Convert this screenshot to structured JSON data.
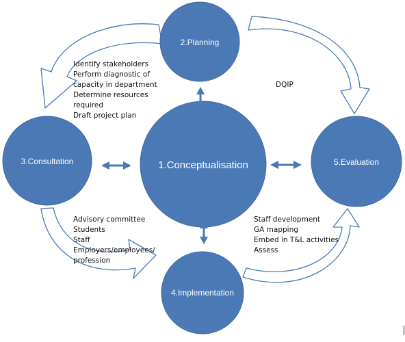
{
  "colors": {
    "circle_fill": "#4a79b5",
    "circle_stroke": "#3e6aa3",
    "arrow_fill": "#ffffff",
    "arrow_stroke": "#4a79b5",
    "connector_fill": "#4a79b5",
    "label_text": "#ffffff",
    "note_text": "#111111"
  },
  "stages": {
    "center": "1.Conceptualisation",
    "planning": "2.Planning",
    "consultation": "3.Consultation",
    "implementation": "4.Implementation",
    "evaluation": "5.Evaluation"
  },
  "notes": {
    "planning": [
      "Identify stakeholders",
      "Perform diagnostic of",
      "capacity in department",
      "Determine resources",
      "required",
      "Draft project plan"
    ],
    "evaluation": [
      "DQIP"
    ],
    "consultation": [
      "Advisory committee",
      "Students",
      "Staff",
      "Employers/employees/",
      "profession"
    ],
    "implementation": [
      "Staff development",
      "GA mapping",
      "Embed in T&L activities",
      "Assess"
    ]
  }
}
